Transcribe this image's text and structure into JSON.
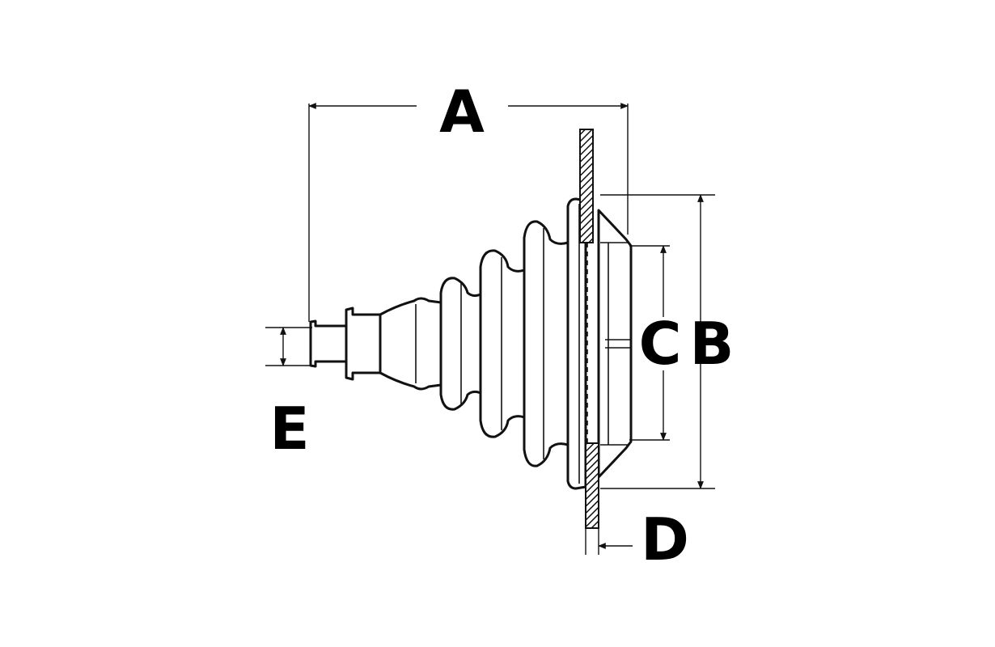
{
  "labels": {
    "a": "A",
    "b": "B",
    "c": "C",
    "d": "D",
    "e": "E"
  },
  "colors": {
    "ink": "#111111",
    "background": "#ffffff"
  }
}
